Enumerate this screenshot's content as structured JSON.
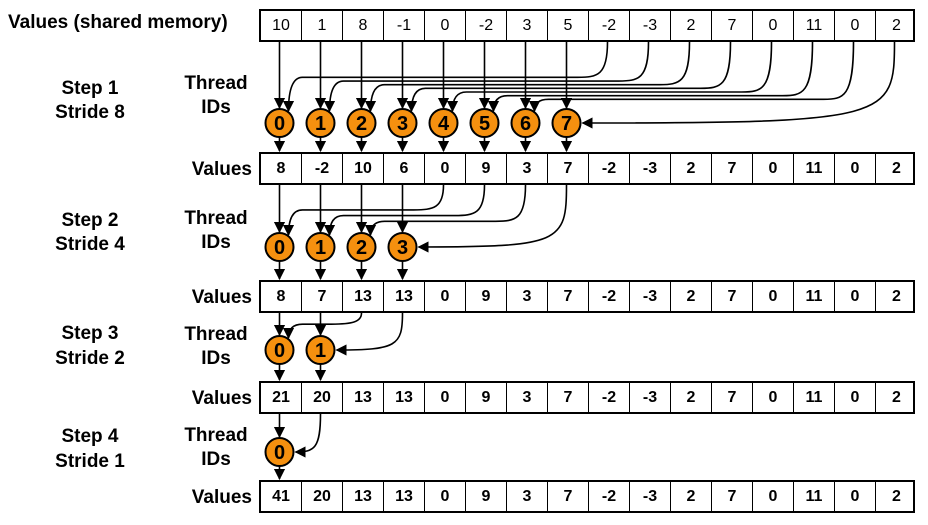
{
  "header": {
    "label": "Values (shared memory)"
  },
  "initial_values": [
    "10",
    "1",
    "8",
    "-1",
    "0",
    "-2",
    "3",
    "5",
    "-2",
    "-3",
    "2",
    "7",
    "0",
    "11",
    "0",
    "2"
  ],
  "steps": [
    {
      "step_label": "Step 1",
      "stride_label": "Stride 8",
      "thread_label_line1": "Thread",
      "thread_label_line2": "IDs",
      "thread_ids": [
        "0",
        "1",
        "2",
        "3",
        "4",
        "5",
        "6",
        "7"
      ],
      "values_label": "Values",
      "values": [
        "8",
        "-2",
        "10",
        "6",
        "0",
        "9",
        "3",
        "7",
        "-2",
        "-3",
        "2",
        "7",
        "0",
        "11",
        "0",
        "2"
      ]
    },
    {
      "step_label": "Step 2",
      "stride_label": "Stride 4",
      "thread_label_line1": "Thread",
      "thread_label_line2": "IDs",
      "thread_ids": [
        "0",
        "1",
        "2",
        "3"
      ],
      "values_label": "Values",
      "values": [
        "8",
        "7",
        "13",
        "13",
        "0",
        "9",
        "3",
        "7",
        "-2",
        "-3",
        "2",
        "7",
        "0",
        "11",
        "0",
        "2"
      ]
    },
    {
      "step_label": "Step 3",
      "stride_label": "Stride 2",
      "thread_label_line1": "Thread",
      "thread_label_line2": "IDs",
      "thread_ids": [
        "0",
        "1"
      ],
      "values_label": "Values",
      "values": [
        "21",
        "20",
        "13",
        "13",
        "0",
        "9",
        "3",
        "7",
        "-2",
        "-3",
        "2",
        "7",
        "0",
        "11",
        "0",
        "2"
      ]
    },
    {
      "step_label": "Step 4",
      "stride_label": "Stride 1",
      "thread_label_line1": "Thread",
      "thread_label_line2": "IDs",
      "thread_ids": [
        "0"
      ],
      "values_label": "Values",
      "values": [
        "41",
        "20",
        "13",
        "13",
        "0",
        "9",
        "3",
        "7",
        "-2",
        "-3",
        "2",
        "7",
        "0",
        "11",
        "0",
        "2"
      ]
    }
  ],
  "colors": {
    "thread_fill": "#F5900F",
    "stroke": "#000000",
    "background": "#FFFFFF"
  }
}
